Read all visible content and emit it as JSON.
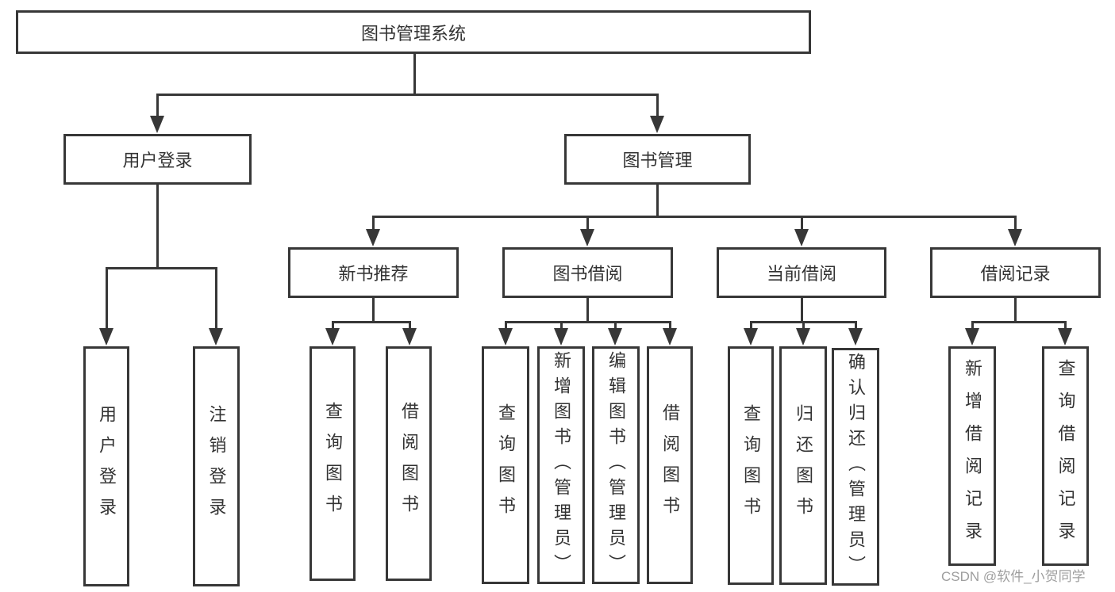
{
  "colors": {
    "line": "#373737",
    "text": "#333333",
    "watermark": "#9e9e9e",
    "background": "#ffffff"
  },
  "watermark": {
    "text": "CSDN @软件_小贺同学"
  },
  "tree": {
    "label": "图书管理系统",
    "children": [
      {
        "label": "用户登录",
        "children": [
          {
            "label": "用户登录"
          },
          {
            "label": "注销登录"
          }
        ]
      },
      {
        "label": "图书管理",
        "children": [
          {
            "label": "新书推荐",
            "children": [
              {
                "label": "查询图书"
              },
              {
                "label": "借阅图书"
              }
            ]
          },
          {
            "label": "图书借阅",
            "children": [
              {
                "label": "查询图书"
              },
              {
                "label": "新增图书（管理员）"
              },
              {
                "label": "编辑图书（管理员）"
              },
              {
                "label": "借阅图书"
              }
            ]
          },
          {
            "label": "当前借阅",
            "children": [
              {
                "label": "查询图书"
              },
              {
                "label": "归还图书"
              },
              {
                "label": "确认归还（管理员）"
              }
            ]
          },
          {
            "label": "借阅记录",
            "children": [
              {
                "label": "新增借阅记录"
              },
              {
                "label": "查询借阅记录"
              }
            ]
          }
        ]
      }
    ]
  }
}
